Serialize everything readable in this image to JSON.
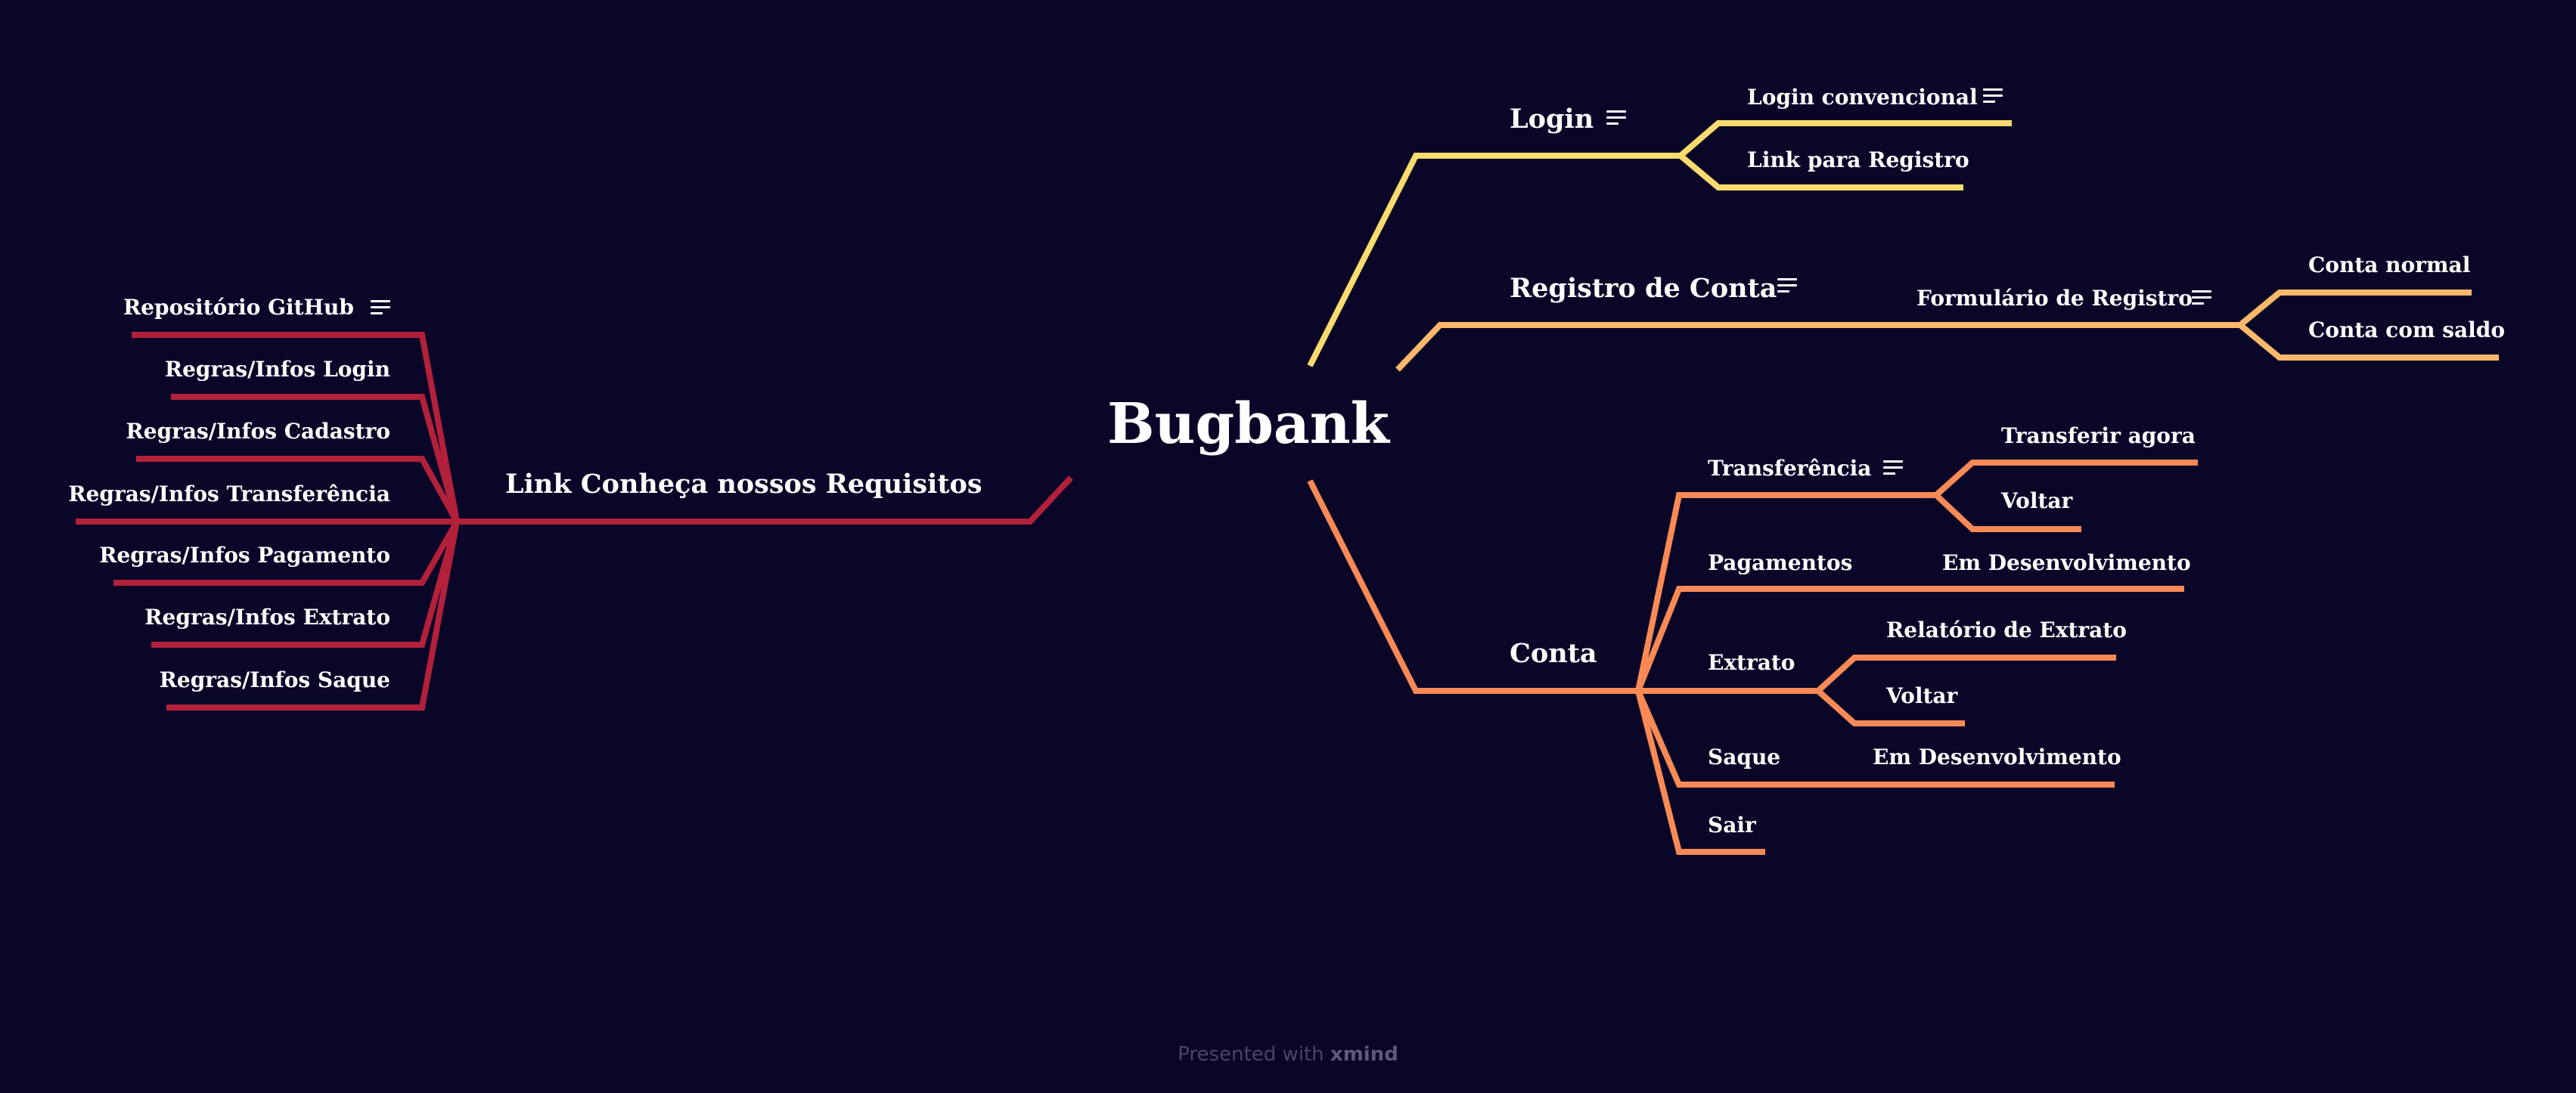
{
  "root": {
    "label": "Bugbank"
  },
  "branches": {
    "login": {
      "label": "Login",
      "children": [
        "Login convencional",
        "Link para Registro"
      ]
    },
    "registro": {
      "label": "Registro de Conta",
      "form": {
        "label": "Formulário de Registro",
        "children": [
          "Conta normal",
          "Conta com saldo"
        ]
      }
    },
    "conta": {
      "label": "Conta",
      "transferencia": {
        "label": "Transferência",
        "children": [
          "Transferir agora",
          "Voltar"
        ]
      },
      "pagamentos": {
        "label": "Pagamentos",
        "status": "Em Desenvolvimento"
      },
      "extrato": {
        "label": "Extrato",
        "children": [
          "Relatório de Extrato",
          "Voltar"
        ]
      },
      "saque": {
        "label": "Saque",
        "status": "Em Desenvolvimento"
      },
      "sair": {
        "label": "Sair"
      }
    },
    "requisitos": {
      "label": "Link Conheça nossos Requisitos",
      "children": [
        "Repositório GitHub",
        "Regras/Infos Login",
        "Regras/Infos Cadastro",
        "Regras/Infos Transferência",
        "Regras/Infos Pagamento",
        "Regras/Infos Extrato",
        "Regras/Infos Saque"
      ]
    }
  },
  "colors": {
    "background": "#0a0628",
    "login": "#fadb6e",
    "registro": "#fbb86a",
    "conta": "#f98955",
    "requisitos": "#b2203a",
    "text": "#ffffff"
  },
  "icons": {
    "note": "notes-icon"
  },
  "footer": {
    "prefix": "Presented with",
    "brand": "xmind"
  }
}
